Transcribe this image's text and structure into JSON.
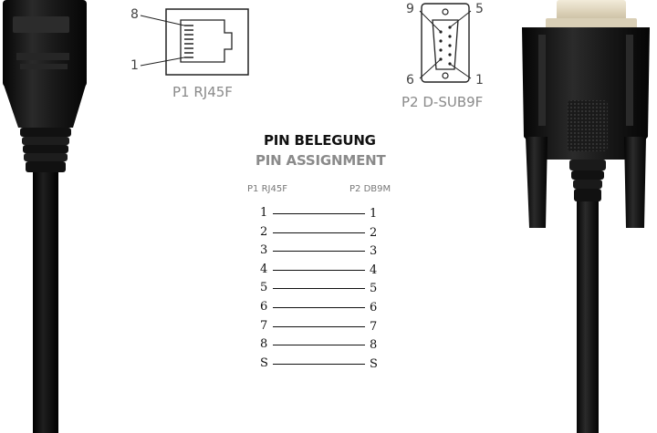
{
  "rj45": {
    "label": "P1 RJ45F",
    "pin_top": "8",
    "pin_bottom": "1"
  },
  "dsub": {
    "label": "P2 D-SUB9F",
    "pin_top_left": "9",
    "pin_top_right": "5",
    "pin_bottom_left": "6",
    "pin_bottom_right": "1"
  },
  "table": {
    "title": "PIN BELEGUNG",
    "subtitle": "PIN ASSIGNMENT",
    "left_header": "P1 RJ45F",
    "right_header": "P2 DB9M",
    "rows": [
      {
        "left": "1",
        "right": "1"
      },
      {
        "left": "2",
        "right": "2"
      },
      {
        "left": "3",
        "right": "3"
      },
      {
        "left": "4",
        "right": "4"
      },
      {
        "left": "5",
        "right": "5"
      },
      {
        "left": "6",
        "right": "6"
      },
      {
        "left": "7",
        "right": "7"
      },
      {
        "left": "8",
        "right": "8"
      },
      {
        "left": "S",
        "right": "S"
      }
    ]
  },
  "colors": {
    "cable": "#151515",
    "diagram_stroke": "#222222",
    "label_gray": "#8a8a8a"
  }
}
